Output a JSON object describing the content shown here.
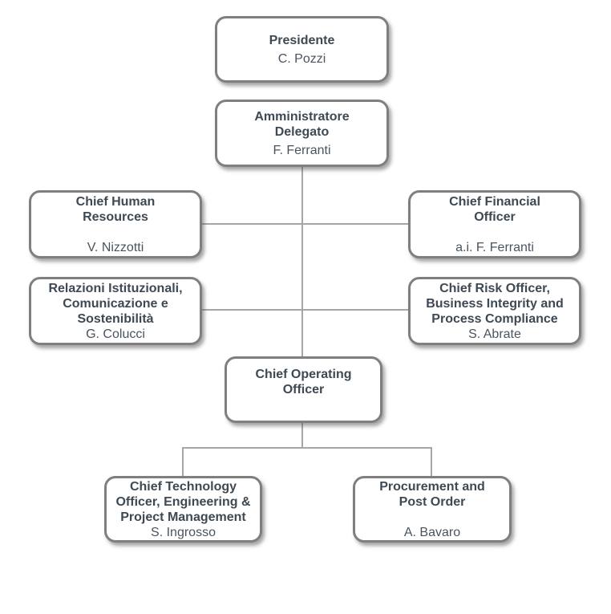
{
  "chart_data": {
    "type": "org-chart",
    "title": "",
    "nodes": [
      {
        "id": "presidente",
        "title": "Presidente",
        "person": "C. Pozzi"
      },
      {
        "id": "ad",
        "title": "Amministratore Delegato",
        "person": "F. Ferranti"
      },
      {
        "id": "chr",
        "title": "Chief Human Resources",
        "person": "V. Nizzotti"
      },
      {
        "id": "cfo",
        "title": "Chief Financial Officer",
        "person": "a.i. F. Ferranti"
      },
      {
        "id": "rel",
        "title": "Relazioni Istituzionali, Comunicazione e Sostenibilità",
        "person": "G. Colucci"
      },
      {
        "id": "risk",
        "title": "Chief Risk Officer, Business Integrity and Process Compliance",
        "person": "S. Abrate"
      },
      {
        "id": "coo",
        "title": "Chief Operating Officer",
        "person": ""
      },
      {
        "id": "cto",
        "title": "Chief Technology Officer, Engineering & Project Management",
        "person": "S. Ingrosso"
      },
      {
        "id": "proc",
        "title": "Procurement and Post Order",
        "person": "A. Bavaro"
      }
    ],
    "edges": [
      {
        "from": "ad",
        "to": "chr"
      },
      {
        "from": "ad",
        "to": "cfo"
      },
      {
        "from": "ad",
        "to": "rel"
      },
      {
        "from": "ad",
        "to": "risk"
      },
      {
        "from": "ad",
        "to": "coo"
      },
      {
        "from": "coo",
        "to": "cto"
      },
      {
        "from": "coo",
        "to": "proc"
      }
    ]
  },
  "nodes": {
    "presidente": {
      "title": "Presidente",
      "person": "C. Pozzi"
    },
    "ad": {
      "title": "Amministratore\nDelegato",
      "person": "F. Ferranti"
    },
    "chr": {
      "title": "Chief Human\nResources",
      "person": "V. Nizzotti"
    },
    "cfo": {
      "title": "Chief Financial\nOfficer",
      "person": "a.i. F. Ferranti"
    },
    "rel": {
      "title": "Relazioni Istituzionali,\nComunicazione e\nSostenibilità",
      "person": "G. Colucci"
    },
    "risk": {
      "title": "Chief Risk Officer,\nBusiness Integrity and\nProcess Compliance",
      "person": "S. Abrate"
    },
    "coo": {
      "title": "Chief Operating\nOfficer",
      "person": ""
    },
    "cto": {
      "title": "Chief Technology\nOfficer, Engineering &\nProject Management",
      "person": "S. Ingrosso"
    },
    "proc": {
      "title": "Procurement and\nPost Order",
      "person": "A. Bavaro"
    }
  },
  "colors": {
    "box_border": "#7f7f7f",
    "box_fill": "#ffffff",
    "title_text": "#3e4953",
    "person_text": "#4a545e",
    "connector": "#a6a6a6",
    "background": "#ffffff"
  }
}
